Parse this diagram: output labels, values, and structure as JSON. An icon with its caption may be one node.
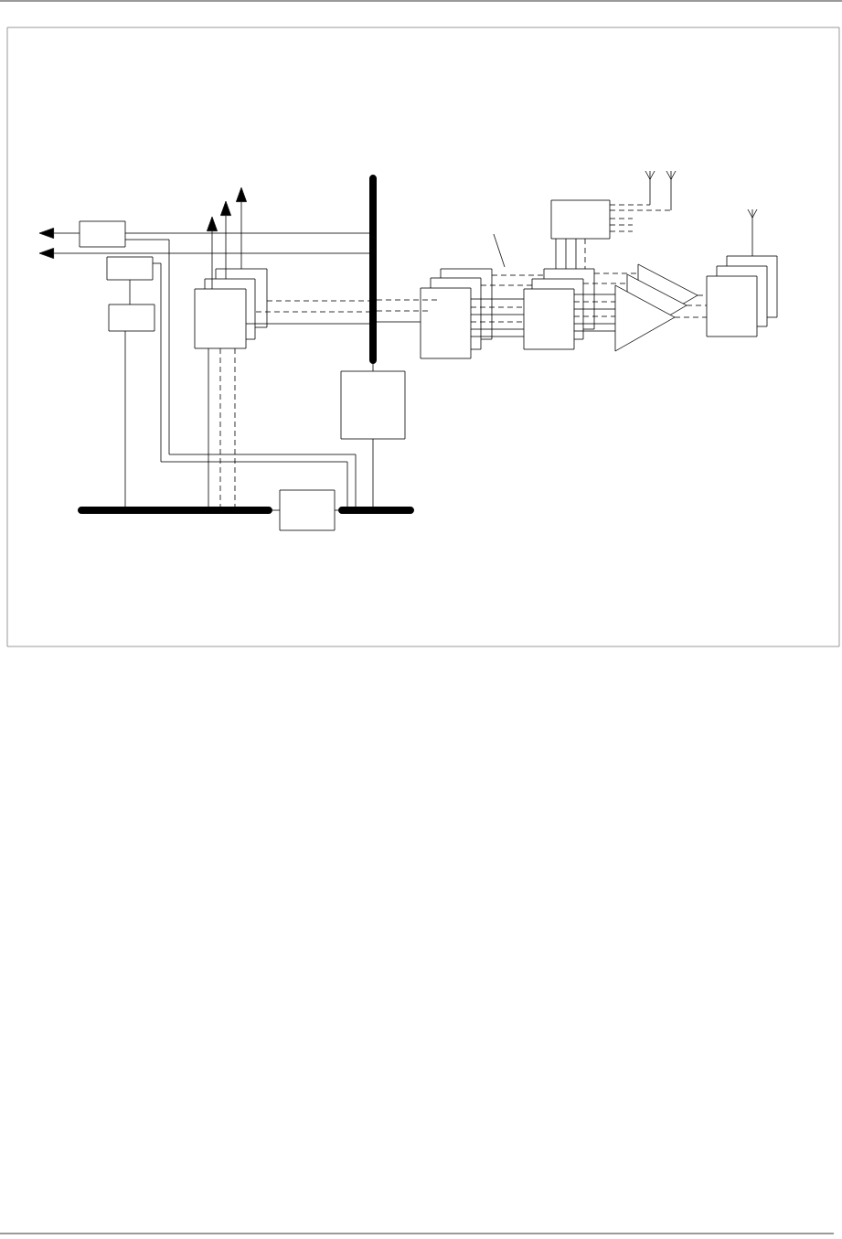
{
  "diagram": {
    "nodes": [
      {
        "text": [],
        "shape": "box"
      },
      {
        "text": [],
        "shape": "box"
      },
      {
        "text": [],
        "shape": "box"
      },
      {
        "text": [],
        "shape": "box"
      },
      {
        "text": [],
        "shape": "bar"
      },
      {
        "text": [],
        "shape": "box"
      },
      {
        "text": [],
        "shape": "bar"
      },
      {
        "text": [],
        "shape": "box"
      },
      {
        "text": [],
        "shape": "bar"
      },
      {
        "text": [],
        "shape": "box"
      },
      {
        "text": [],
        "shape": "box"
      },
      {
        "text": [],
        "shape": "box"
      },
      {
        "text": [],
        "shape": "triangle"
      },
      {
        "text": [],
        "shape": "box"
      },
      {
        "text": [],
        "shape": "antenna"
      },
      {
        "text": [],
        "shape": "antenna"
      },
      {
        "text": [],
        "shape": "antenna"
      }
    ],
    "edges": [
      {
        "from": 0,
        "to": null,
        "arrow": "to"
      },
      {
        "from": 4,
        "to": 0,
        "arrow": "none"
      },
      {
        "from": 4,
        "to": null,
        "arrow": "to"
      },
      {
        "from": 3,
        "to": null,
        "arrow": "to"
      },
      {
        "from": 3,
        "to": null,
        "arrow": "to"
      },
      {
        "from": 3,
        "to": null,
        "arrow": "to"
      },
      {
        "from": 0,
        "to": 8,
        "arrow": "none"
      },
      {
        "from": 1,
        "to": 8,
        "arrow": "none"
      },
      {
        "from": 1,
        "to": 2,
        "arrow": "none"
      },
      {
        "from": 2,
        "to": 6,
        "arrow": "none"
      },
      {
        "from": 3,
        "to": 6,
        "arrow": "none"
      },
      {
        "from": 3,
        "to": 6,
        "arrow": "none",
        "style": "dashed"
      },
      {
        "from": 3,
        "to": 6,
        "arrow": "none",
        "style": "dashed"
      },
      {
        "from": 3,
        "to": 4,
        "arrow": "none",
        "style": "dashed"
      },
      {
        "from": 3,
        "to": 4,
        "arrow": "none",
        "style": "dashed"
      },
      {
        "from": 3,
        "to": 4,
        "arrow": "none"
      },
      {
        "from": 4,
        "to": 9,
        "arrow": "none",
        "style": "dashed"
      },
      {
        "from": 4,
        "to": 9,
        "arrow": "none",
        "style": "dashed"
      },
      {
        "from": 4,
        "to": 9,
        "arrow": "none"
      },
      {
        "from": 4,
        "to": 5,
        "arrow": "none"
      },
      {
        "from": 5,
        "to": 8,
        "arrow": "none"
      },
      {
        "from": 6,
        "to": 7,
        "arrow": "none"
      },
      {
        "from": 7,
        "to": 8,
        "arrow": "none"
      },
      {
        "from": 9,
        "to": 11,
        "arrow": "none",
        "style": "dashed"
      },
      {
        "from": 9,
        "to": 11,
        "arrow": "none",
        "style": "dashed"
      },
      {
        "from": 9,
        "to": 11,
        "arrow": "none"
      },
      {
        "from": 9,
        "to": 11,
        "arrow": "none",
        "style": "dashed"
      },
      {
        "from": 9,
        "to": 11,
        "arrow": "none"
      },
      {
        "from": 9,
        "to": 11,
        "arrow": "none",
        "style": "dashed"
      },
      {
        "from": 9,
        "to": 11,
        "arrow": "none"
      },
      {
        "from": 9,
        "to": 11,
        "arrow": "none"
      },
      {
        "from": 10,
        "to": 11,
        "arrow": "none"
      },
      {
        "from": 10,
        "to": 11,
        "arrow": "none"
      },
      {
        "from": 10,
        "to": 11,
        "arrow": "none"
      },
      {
        "from": 10,
        "to": 11,
        "arrow": "none",
        "style": "dashed"
      },
      {
        "from": 10,
        "to": 14,
        "arrow": "none",
        "style": "dashed"
      },
      {
        "from": 10,
        "to": 15,
        "arrow": "none",
        "style": "dashed"
      },
      {
        "from": 10,
        "to": null,
        "arrow": "none",
        "style": "dashed"
      },
      {
        "from": 10,
        "to": null,
        "arrow": "none",
        "style": "dashed"
      },
      {
        "from": 10,
        "to": null,
        "arrow": "none",
        "style": "dashed"
      },
      {
        "from": 11,
        "to": 12,
        "arrow": "none",
        "style": "dashed"
      },
      {
        "from": 11,
        "to": 12,
        "arrow": "none",
        "style": "dashed"
      },
      {
        "from": 11,
        "to": 12,
        "arrow": "none"
      },
      {
        "from": 11,
        "to": 12,
        "arrow": "none",
        "style": "dashed"
      },
      {
        "from": 11,
        "to": 12,
        "arrow": "none"
      },
      {
        "from": 11,
        "to": 12,
        "arrow": "none",
        "style": "dashed"
      },
      {
        "from": 11,
        "to": 12,
        "arrow": "none"
      },
      {
        "from": 11,
        "to": 12,
        "arrow": "none"
      },
      {
        "from": 12,
        "to": 13,
        "arrow": "none",
        "style": "dashed"
      },
      {
        "from": 12,
        "to": 13,
        "arrow": "none",
        "style": "dashed"
      },
      {
        "from": 12,
        "to": 13,
        "arrow": "none",
        "style": "dashed"
      },
      {
        "from": 16,
        "to": 13,
        "arrow": "none"
      }
    ]
  }
}
